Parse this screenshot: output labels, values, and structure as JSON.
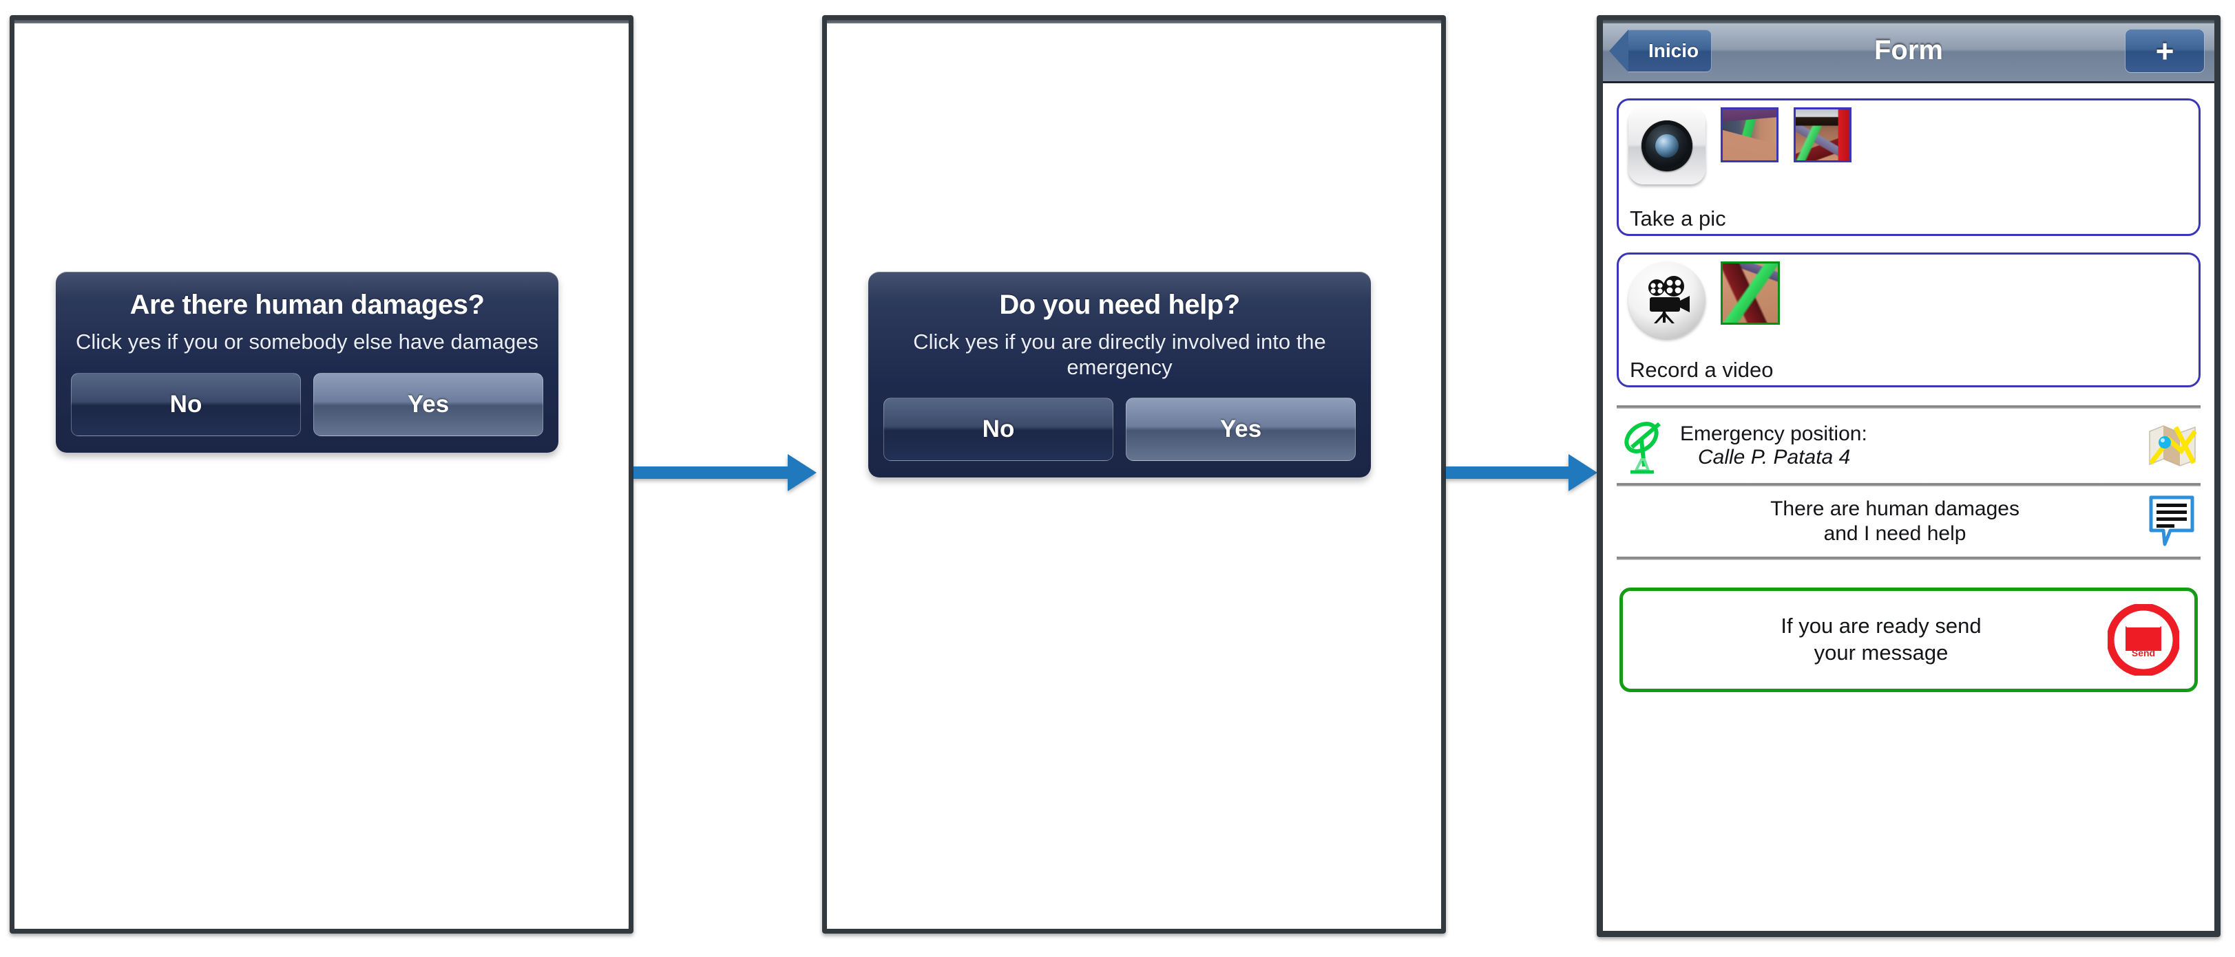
{
  "panels": [
    {
      "name": "human-damages-prompt",
      "dialog": {
        "title": "Are there human damages?",
        "subtitle": "Click yes if you or somebody else have damages",
        "no_label": "No",
        "yes_label": "Yes"
      }
    },
    {
      "name": "need-help-prompt",
      "dialog": {
        "title": "Do you need help?",
        "subtitle": "Click yes if you are directly involved into the emergency",
        "no_label": "No",
        "yes_label": "Yes"
      }
    }
  ],
  "form_screen": {
    "navbar": {
      "back_label": "Inicio",
      "title": "Form",
      "add_label": "+"
    },
    "take_pic": {
      "label": "Take a pic",
      "icon": "camera-icon",
      "thumbnails": [
        "photo-thumbnail-1",
        "photo-thumbnail-2"
      ]
    },
    "record_video": {
      "label": "Record a video",
      "icon": "video-camera-icon",
      "thumbnails": [
        "video-thumbnail-1"
      ]
    },
    "position_row": {
      "icon": "satellite-dish-icon",
      "label": "Emergency position:",
      "value": "Calle P. Patata 4",
      "action_icon": "map-icon"
    },
    "damages_row": {
      "line1": "There are human damages",
      "line2": "and  I need help",
      "action_icon": "speech-bubble-icon"
    },
    "send_card": {
      "line1": "If you are ready send",
      "line2": "your message",
      "icon": "send-mail-icon",
      "icon_label": "Send"
    }
  },
  "flow": {
    "arrow1": "flow-arrow-right",
    "arrow2": "flow-arrow-right"
  },
  "colors": {
    "dialog_bg": "#1e2a4d",
    "accent_blue": "#2079bd",
    "card_border": "#3b35b8",
    "send_border": "#169b16",
    "send_icon": "#ee1c25",
    "frame": "#323a40"
  }
}
